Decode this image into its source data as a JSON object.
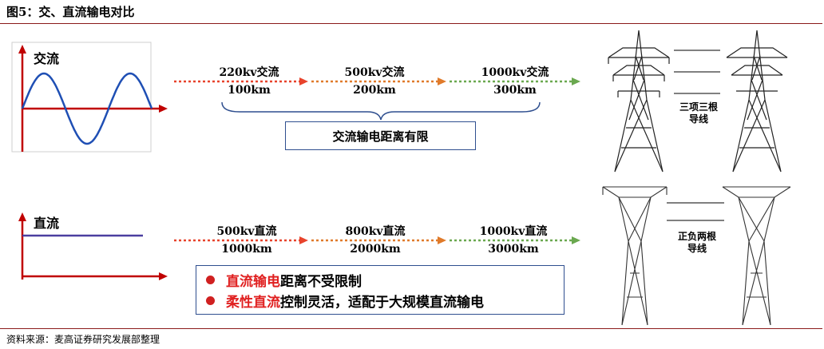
{
  "figure": {
    "title": "图5：交、直流输电对比",
    "source": "资料来源：麦高证券研究发展部整理"
  },
  "ac": {
    "label": "交流",
    "stages": [
      {
        "voltage": "220kv交流",
        "distance": "100km"
      },
      {
        "voltage": "500kv交流",
        "distance": "200km"
      },
      {
        "voltage": "1000kv交流",
        "distance": "300km"
      }
    ],
    "conclusion": "交流输电距离有限",
    "tower_label_line1": "三项三根",
    "tower_label_line2": "导线"
  },
  "dc": {
    "label": "直流",
    "stages": [
      {
        "voltage": "500kv直流",
        "distance": "1000km"
      },
      {
        "voltage": "800kv直流",
        "distance": "2000km"
      },
      {
        "voltage": "1000kv直流",
        "distance": "3000km"
      }
    ],
    "bullet1_highlight": "直流输电",
    "bullet1_rest": "距离不受限制",
    "bullet2_highlight": "柔性直流",
    "bullet2_rest": "控制灵活，适配于大规模直流输电",
    "tower_label_line1": "正负两根",
    "tower_label_line2": "导线"
  },
  "colors": {
    "arrow_segment_1": "#e8432c",
    "arrow_segment_2": "#e07a2a",
    "arrow_segment_3": "#6aa84f",
    "axis": "#c00000",
    "sine_wave": "#1f4fb4",
    "dc_line": "#4b3fa0",
    "box_border": "#2f4f8f",
    "highlight_text": "#e02020"
  }
}
